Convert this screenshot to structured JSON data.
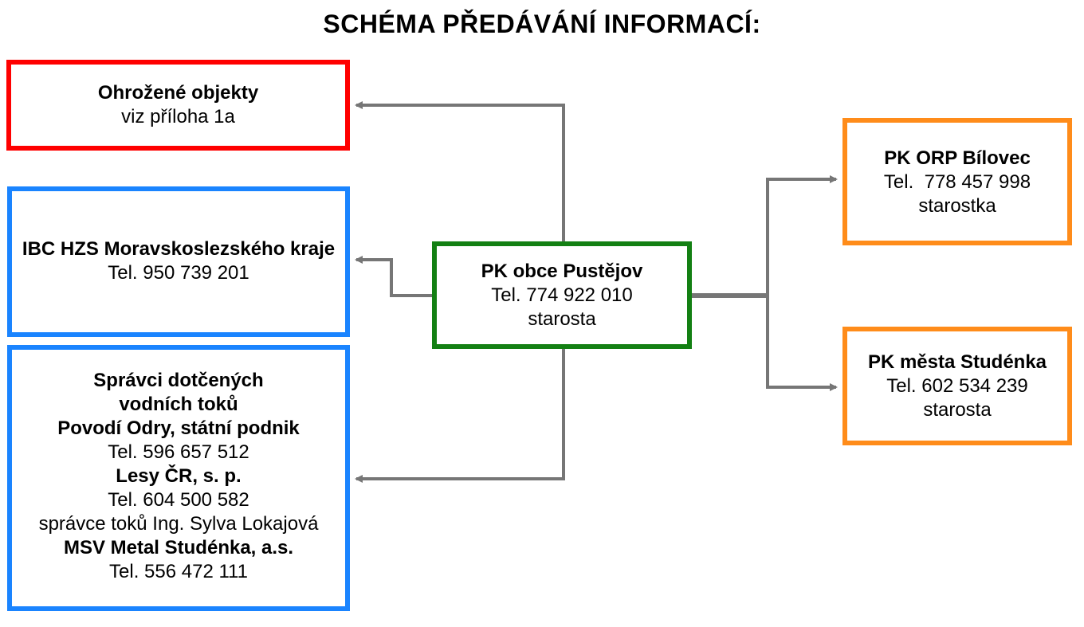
{
  "title": "SCHÉMA PŘEDÁVÁNÍ INFORMACÍ:",
  "colors": {
    "red": "#ff0000",
    "blue": "#1a84ff",
    "green": "#138013",
    "orange": "#ff8c1a",
    "connector": "#767676"
  },
  "boxes": {
    "ohrozene": {
      "name": "Ohrožené objekty",
      "detail": "viz příloha 1a"
    },
    "ibc": {
      "name": "IBC HZS Moravskoslezského kraje",
      "tel": "Tel. 950 739 201"
    },
    "spravci": {
      "heading1": "Správci dotčených",
      "heading2": "vodních toků",
      "org1": "Povodí Odry, státní podnik",
      "tel1": "Tel. 596 657 512",
      "org2": "Lesy ČR, s. p.",
      "tel2": "Tel. 604 500 582",
      "note2": "správce toků Ing. Sylva Lokajová",
      "org3": "MSV Metal Studénka, a.s.",
      "tel3": "Tel. 556 472 111"
    },
    "center": {
      "name": "PK obce Pustějov",
      "tel": "Tel. 774 922 010",
      "role": "starosta"
    },
    "orp": {
      "name": "PK ORP Bílovec",
      "tel": "Tel.  778 457 998",
      "role": "starostka"
    },
    "studenka": {
      "name": "PK města Studénka",
      "tel": "Tel. 602 534 239",
      "role": "starosta"
    }
  }
}
